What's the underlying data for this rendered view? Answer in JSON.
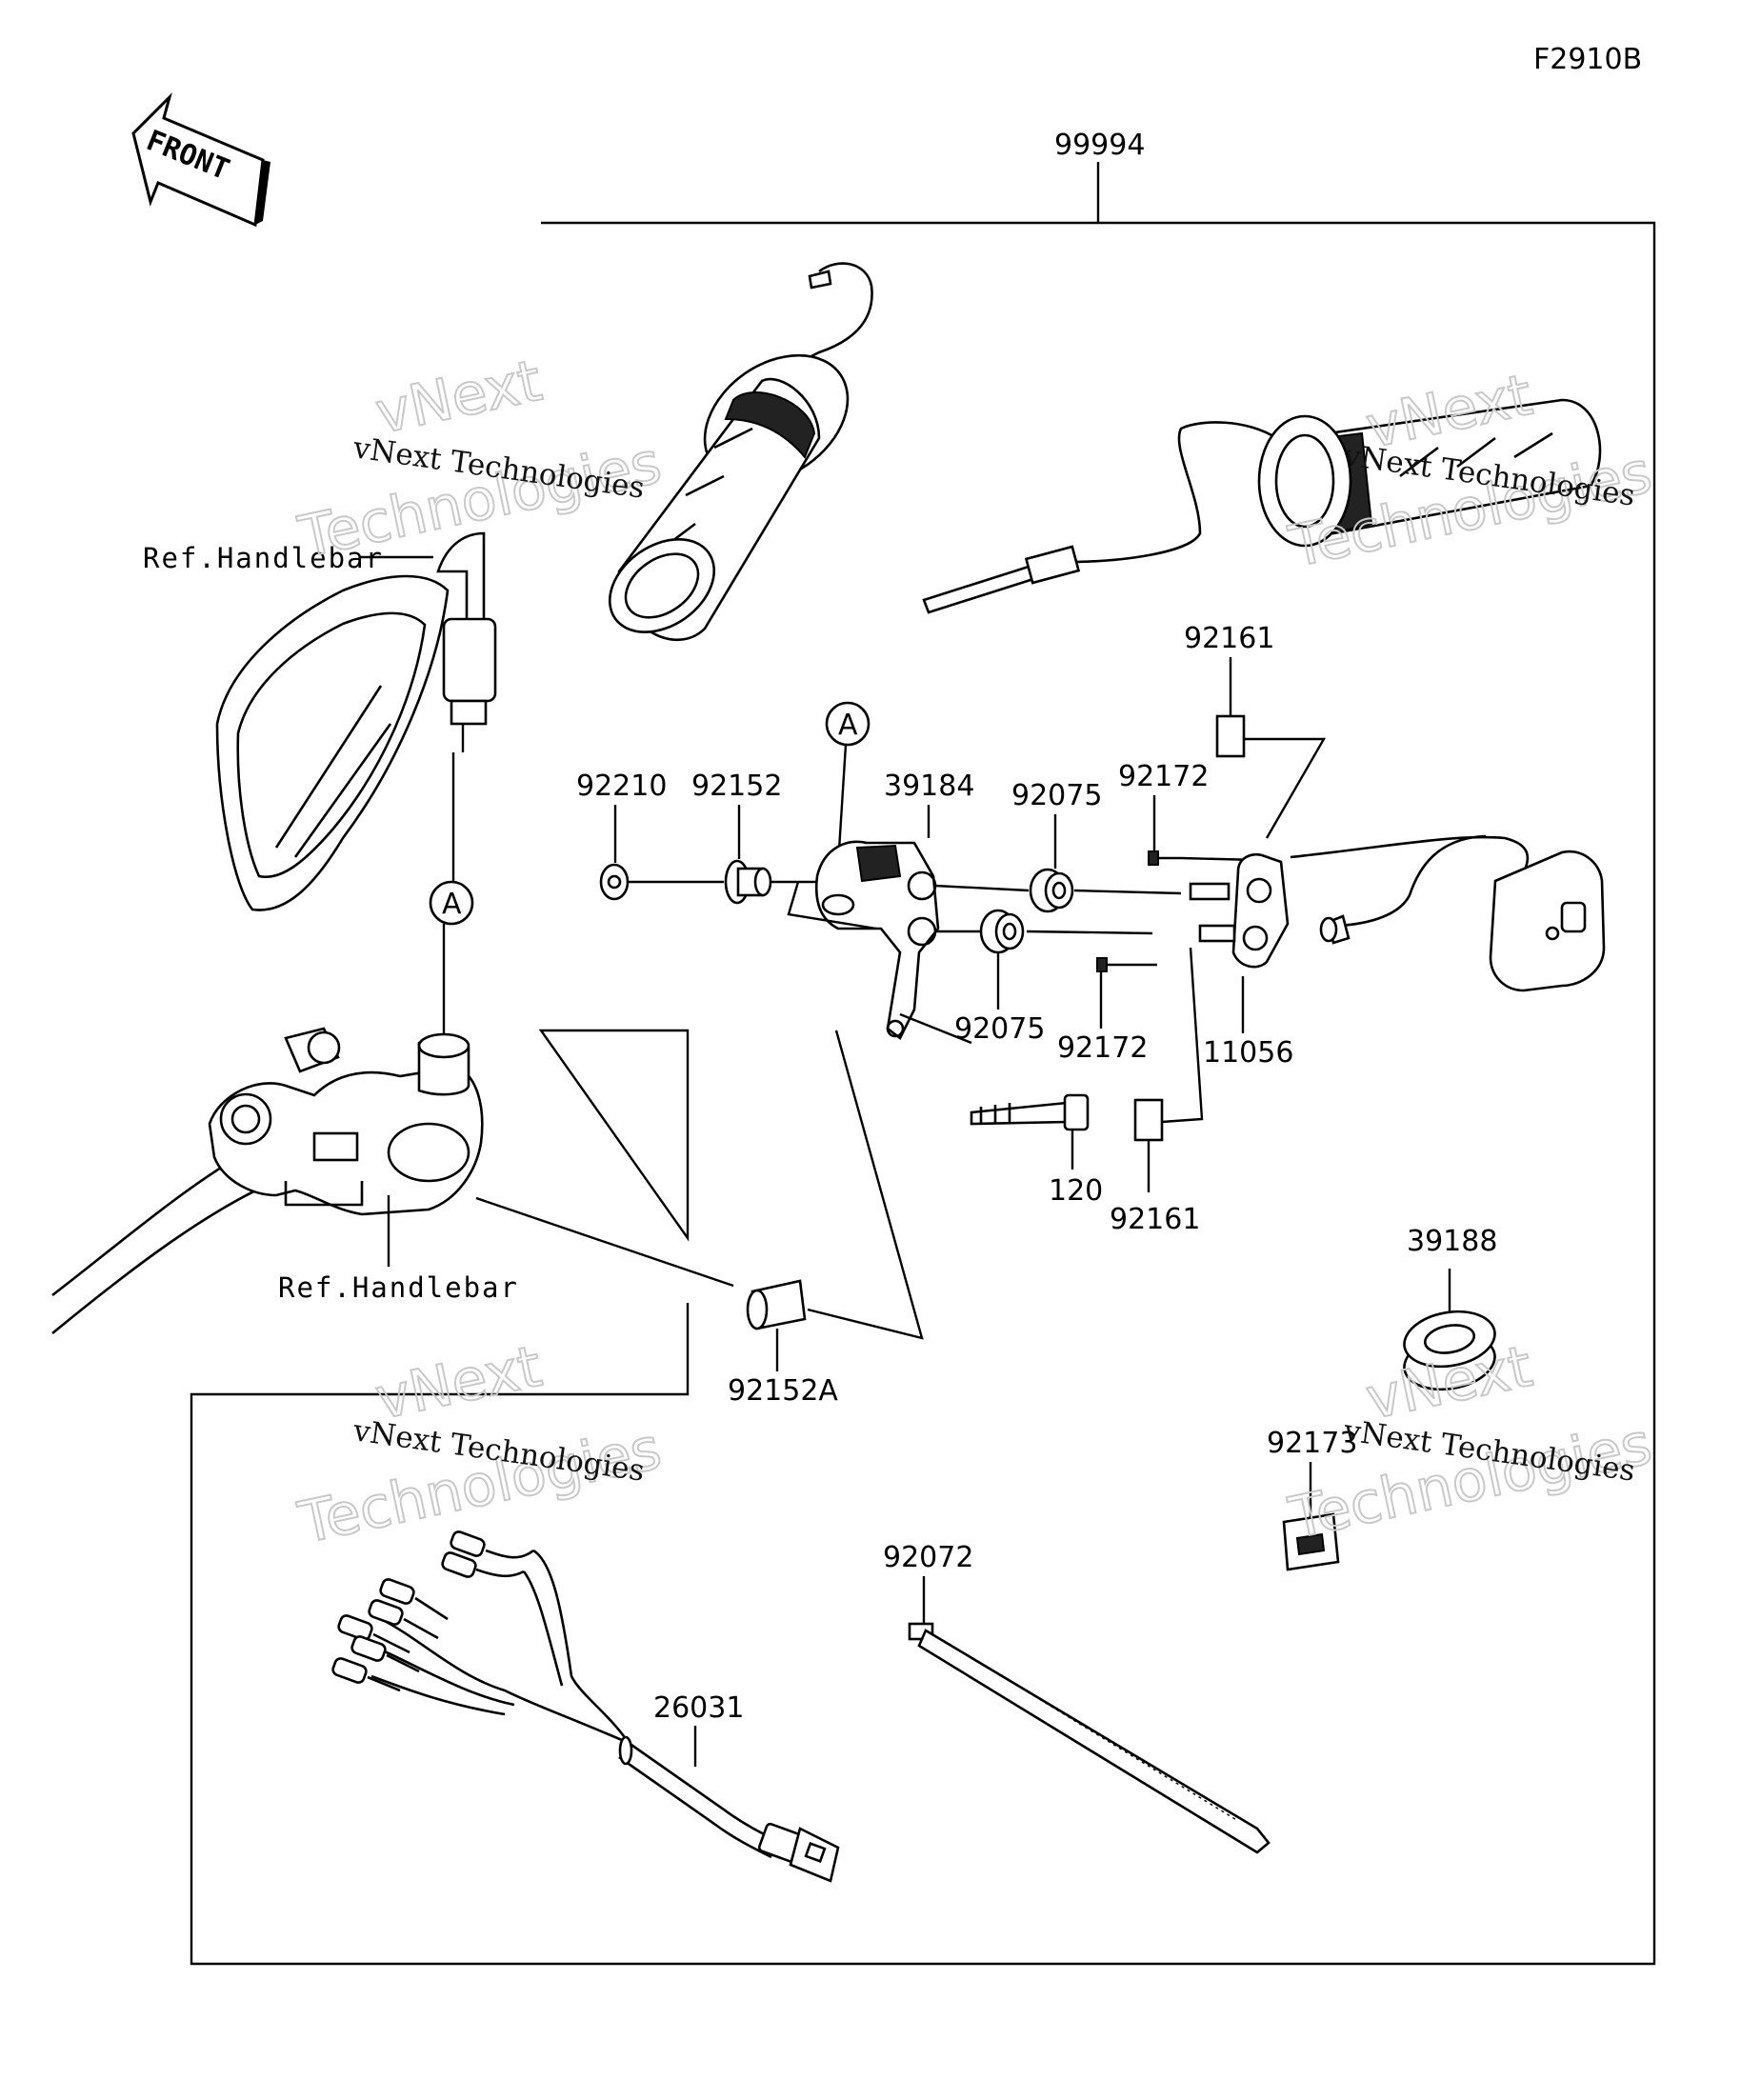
{
  "figure_code": "F2910B",
  "front_label": "FRONT",
  "callout": "A",
  "refs": {
    "handlebar_top": "Ref.Handlebar",
    "handlebar_bottom": "Ref.Handlebar"
  },
  "parts": {
    "p99994": "99994",
    "p92161_top": "92161",
    "p92210": "92210",
    "p92152": "92152",
    "p39184": "39184",
    "p92075_top": "92075",
    "p92172_top": "92172",
    "p92075_bottom": "92075",
    "p92172_bottom": "92172",
    "p11056": "11056",
    "p120": "120",
    "p92161_bottom": "92161",
    "p39188": "39188",
    "p92152A": "92152A",
    "p92173": "92173",
    "p92072": "92072",
    "p26031": "26031"
  },
  "watermark": {
    "line1": "vNext Technologies",
    "big1": "vNext",
    "big2": "Technologies"
  }
}
